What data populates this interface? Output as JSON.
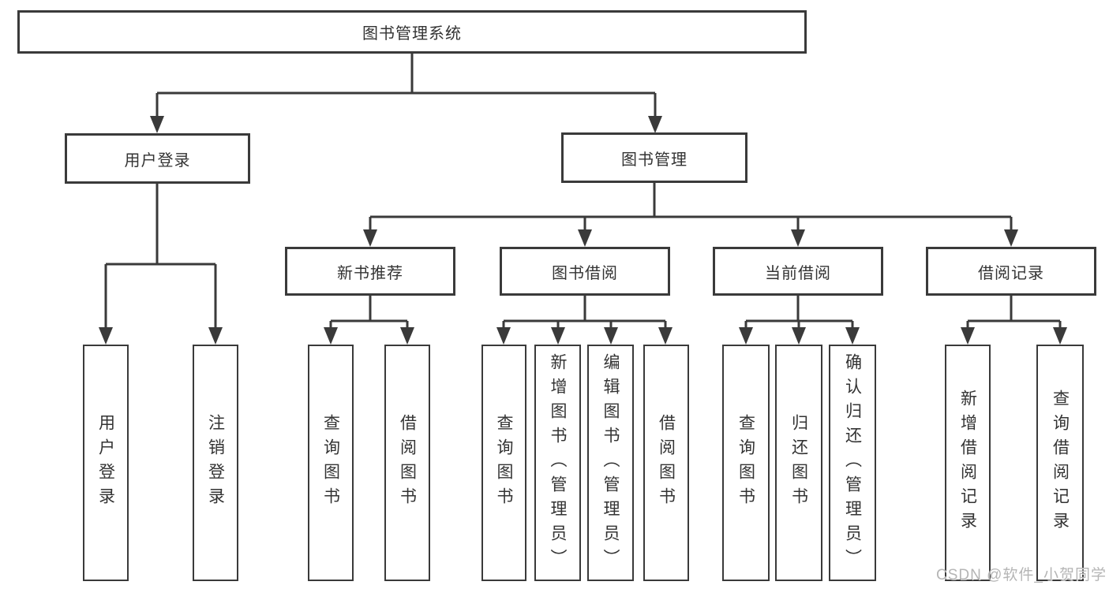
{
  "diagram": {
    "root": {
      "label": "图书管理系统"
    },
    "branches": [
      {
        "label": "用户登录",
        "children": [
          "用户登录",
          "注销登录"
        ]
      },
      {
        "label": "图书管理",
        "modules": [
          {
            "label": "新书推荐",
            "children": [
              "查询图书",
              "借阅图书"
            ]
          },
          {
            "label": "图书借阅",
            "children": [
              "查询图书",
              "新增图书（管理员）",
              "编辑图书（管理员）",
              "借阅图书"
            ]
          },
          {
            "label": "当前借阅",
            "children": [
              "查询图书",
              "归还图书",
              "确认归还（管理员）"
            ]
          },
          {
            "label": "借阅记录",
            "children": [
              "新增借阅记录",
              "查询借阅记录"
            ]
          }
        ]
      }
    ]
  },
  "watermark": {
    "text": "CSDN @软件_小贺同学"
  },
  "colors": {
    "line": "#3a3a3a",
    "text": "#333333",
    "wm": "#b5b5b5",
    "bg": "#ffffff"
  }
}
